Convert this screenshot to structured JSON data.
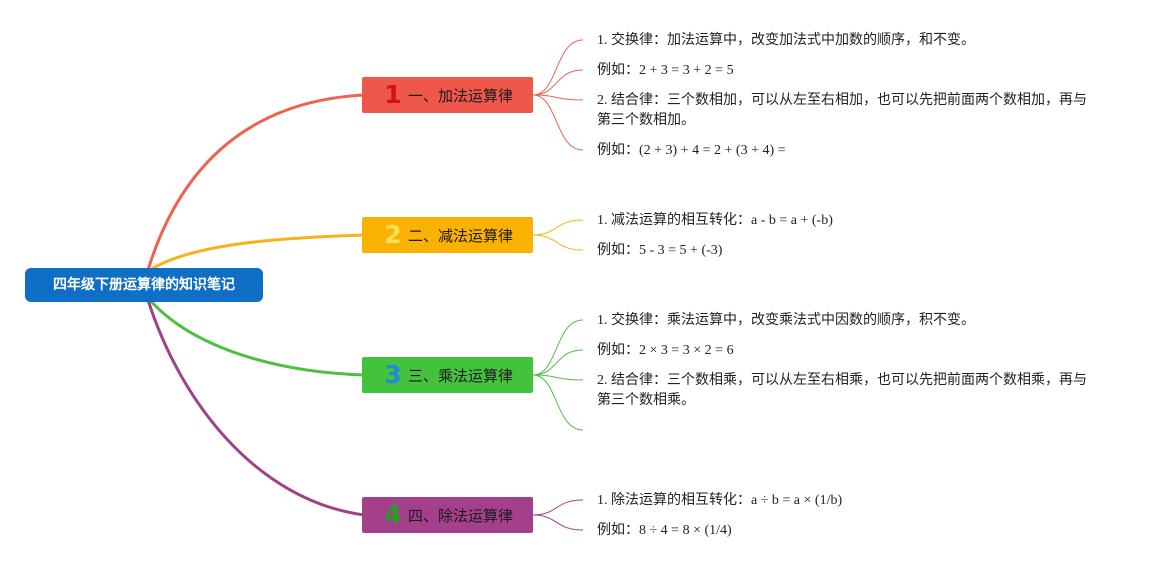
{
  "root": {
    "label": "四年级下册运算律的知识笔记",
    "color": "#0f6ec6"
  },
  "branches": [
    {
      "number": "1",
      "label": "一、加法运算律",
      "bg": "#f0574b",
      "numColor": "#d4111b",
      "lineColor": "#ee6251",
      "leaves": [
        "1. 交换律：加法运算中，改变加法式中加数的顺序，和不变。",
        "例如：2 + 3 = 3 + 2 = 5",
        "2. 结合律：三个数相加，可以从左至右相加，也可以先把前面两个数相加，再与第三个数相加。",
        "例如：(2 + 3) + 4 = 2 + (3 + 4) ="
      ]
    },
    {
      "number": "2",
      "label": "二、减法运算律",
      "bg": "#fbb100",
      "numColor": "#ffe05a",
      "lineColor": "#f5b31b",
      "leaves": [
        "1. 减法运算的相互转化：a - b = a + (-b)",
        "例如：5 - 3 = 5 + (-3)"
      ]
    },
    {
      "number": "3",
      "label": "三、乘法运算律",
      "bg": "#44c23d",
      "numColor": "#1f8ad6",
      "lineColor": "#4dbf43",
      "leaves": [
        "1. 交换律：乘法运算中，改变乘法式中因数的顺序，积不变。",
        "例如：2 × 3 = 3 × 2 = 6",
        "2. 结合律：三个数相乘，可以从左至右相乘，也可以先把前面两个数相乘，再与第三个数相乘。",
        ""
      ]
    },
    {
      "number": "4",
      "label": "四、除法运算律",
      "bg": "#a43f8b",
      "numColor": "#2a9a2a",
      "lineColor": "#a0418a",
      "leaves": [
        "1. 除法运算的相互转化：a ÷ b = a × (1/b)",
        "例如：8 ÷ 4 = 8 × (1/4)"
      ]
    }
  ]
}
